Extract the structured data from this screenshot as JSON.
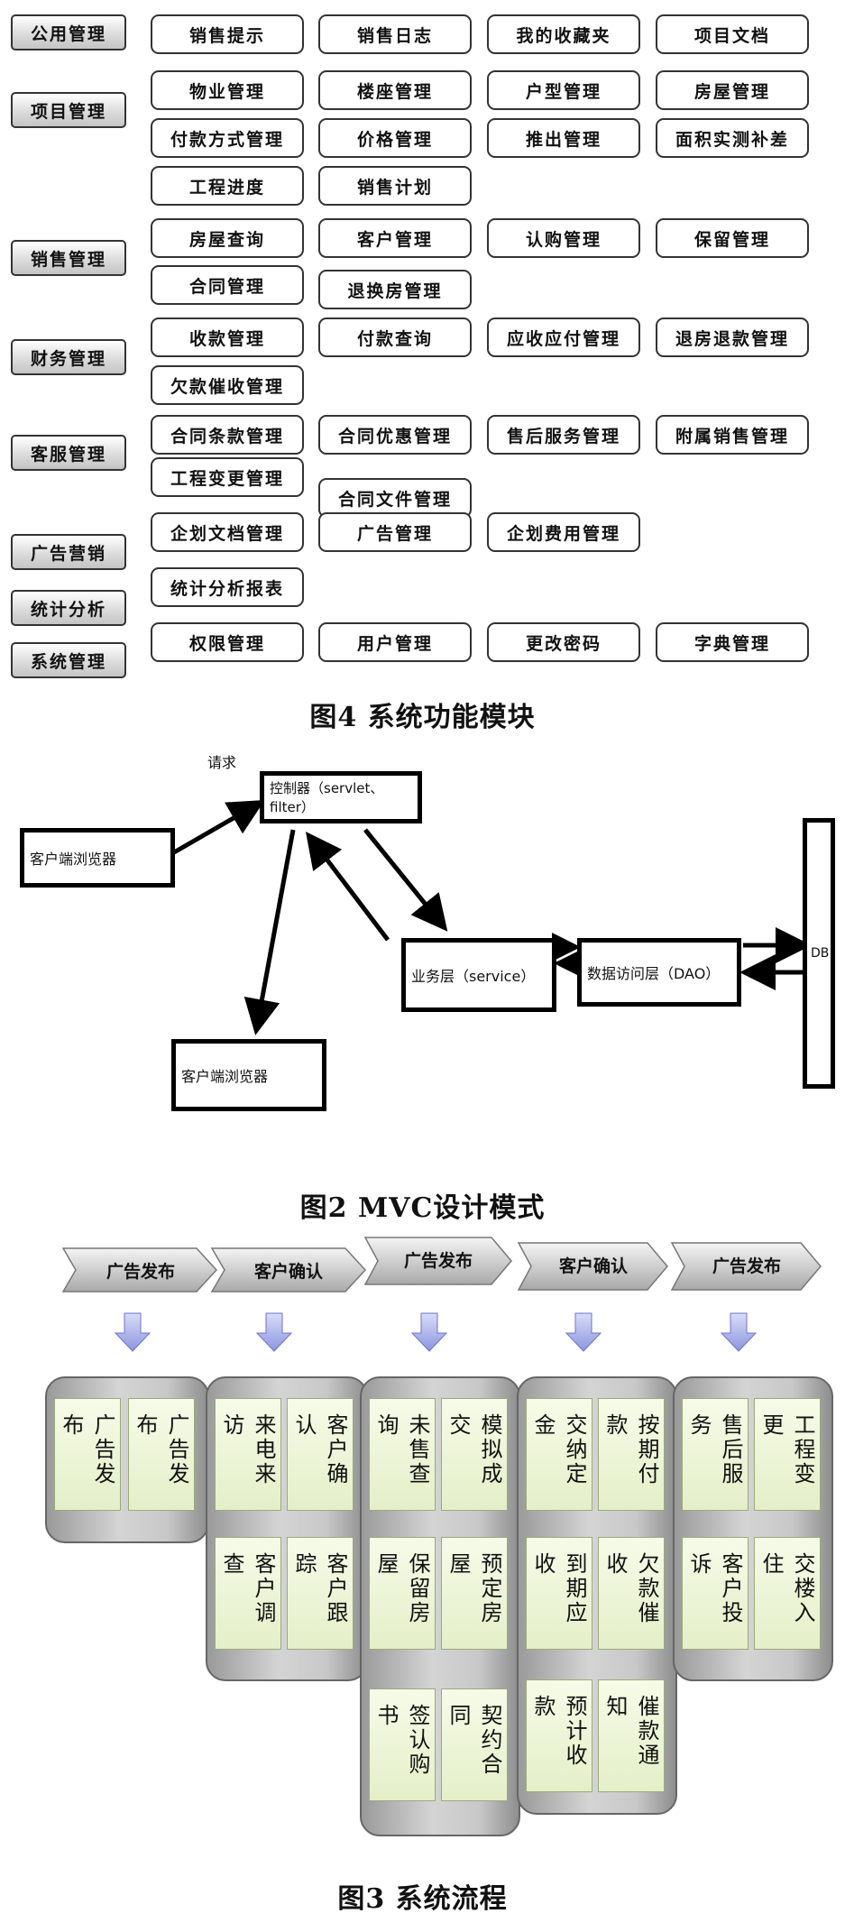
{
  "figure4": {
    "caption": "图4   系统功能模块",
    "categories": [
      {
        "label": "公用管理",
        "modules": [
          "销售提示",
          "销售日志",
          "我的收藏夹",
          "项目文档"
        ]
      },
      {
        "label": "项目管理",
        "modules": [
          "物业管理",
          "楼座管理",
          "户型管理",
          "房屋管理",
          "付款方式管理",
          "价格管理",
          "推出管理",
          "面积实测补差",
          "工程进度",
          "销售计划"
        ]
      },
      {
        "label": "销售管理",
        "modules": [
          "房屋查询",
          "客户管理",
          "认购管理",
          "保留管理",
          "合同管理",
          "退换房管理"
        ]
      },
      {
        "label": "财务管理",
        "modules": [
          "收款管理",
          "付款查询",
          "应收应付管理",
          "退房退款管理",
          "欠款催收管理"
        ]
      },
      {
        "label": "客服管理",
        "modules": [
          "合同条款管理",
          "合同优惠管理",
          "售后服务管理",
          "附属销售管理",
          "工程变更管理",
          "合同文件管理"
        ]
      },
      {
        "label": "广告营销",
        "modules": [
          "企划文档管理",
          "广告管理",
          "企划费用管理"
        ]
      },
      {
        "label": "统计分析",
        "modules": [
          "统计分析报表"
        ]
      },
      {
        "label": "系统管理",
        "modules": [
          "权限管理",
          "用户管理",
          "更改密码",
          "字典管理"
        ]
      }
    ]
  },
  "figure2": {
    "caption": "图2    MVC设计模式",
    "request_label": "请求",
    "controller": "控制器（servlet、filter）",
    "client_top": "客户端浏览器",
    "client_bottom": "客户端浏览器",
    "service": "业务层（service）",
    "dao": "数据访问层（DAO）",
    "db": "DB"
  },
  "figure3": {
    "caption": "图3   系统流程",
    "stages": [
      {
        "label": "广告发布",
        "cards": [
          "广告发布",
          "广告发布"
        ]
      },
      {
        "label": "客户确认",
        "cards": [
          "来电来访",
          "客户确认",
          "客户调查",
          "客户跟踪"
        ]
      },
      {
        "label": "广告发布",
        "cards": [
          "未售查询",
          "模拟成交",
          "保留房屋",
          "预定房屋",
          "签认购书",
          "契约合同"
        ]
      },
      {
        "label": "客户确认",
        "cards": [
          "交纳定金",
          "按期付款",
          "到期应收",
          "欠款催收",
          "预计收款",
          "催款通知"
        ]
      },
      {
        "label": "广告发布",
        "cards": [
          "售后服务",
          "工程变更",
          "客户投诉",
          "交楼入住"
        ]
      }
    ]
  }
}
